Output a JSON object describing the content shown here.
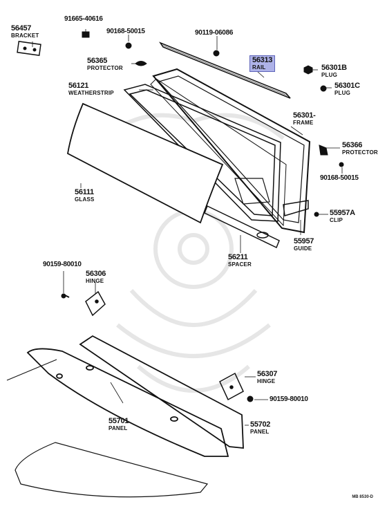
{
  "diagram": {
    "reference": "MB 8530-D",
    "highlight_color": "#aeb2e8",
    "parts": [
      {
        "id": "56457",
        "name": "BRACKET"
      },
      {
        "id": "91665-40616",
        "name": ""
      },
      {
        "id": "90168-50015",
        "name": ""
      },
      {
        "id": "90119-06086",
        "name": ""
      },
      {
        "id": "56365",
        "name": "PROTECTOR"
      },
      {
        "id": "56313",
        "name": "RAIL",
        "highlighted": true
      },
      {
        "id": "56301B",
        "name": "PLUG"
      },
      {
        "id": "56301C",
        "name": "PLUG"
      },
      {
        "id": "56121",
        "name": "WEATHERSTRIP"
      },
      {
        "id": "56301-",
        "name": "FRAME"
      },
      {
        "id": "56366",
        "name": "PROTECTOR"
      },
      {
        "id": "90168-50015",
        "name": ""
      },
      {
        "id": "56111",
        "name": "GLASS"
      },
      {
        "id": "55957A",
        "name": "CLIP"
      },
      {
        "id": "55957",
        "name": "GUIDE"
      },
      {
        "id": "56211",
        "name": "SPACER"
      },
      {
        "id": "90159-80010",
        "name": ""
      },
      {
        "id": "56306",
        "name": "HINGE"
      },
      {
        "id": "56307",
        "name": "HINGE"
      },
      {
        "id": "90159-80010",
        "name": ""
      },
      {
        "id": "55701",
        "name": "PANEL"
      },
      {
        "id": "55702",
        "name": "PANEL"
      }
    ]
  }
}
